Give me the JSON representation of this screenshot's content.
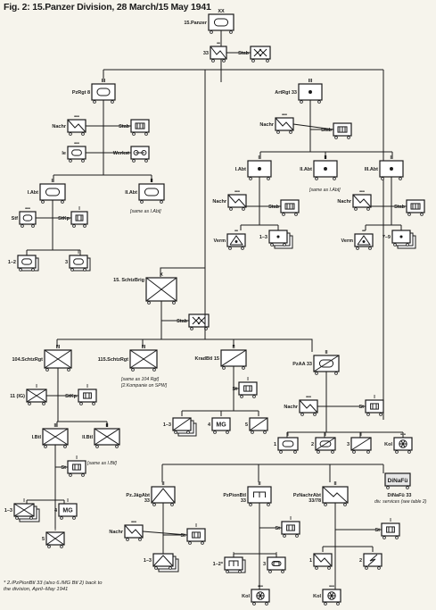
{
  "title": "Fig. 2: 15.Panzer Division, 28 March/15 May 1941",
  "footnote": "* 2./PzPionBtl 33 (also 6./MG Btl 2) back to the division, April–May 1941",
  "colors": {
    "ink": "#1a1a1a",
    "page": "#f6f4ec",
    "box": "#ffffff",
    "gray_box": "#e7e7e7"
  },
  "units": {
    "div": {
      "label": "15.Panzer",
      "size": "XX"
    },
    "div_33": {
      "label": "33",
      "size": "••"
    },
    "div_stab": {
      "label": "Stab"
    },
    "pzrgt8": {
      "label": "PzRgt 8",
      "size": "III"
    },
    "pzrgt_nachr": {
      "label": "Nachr",
      "size": "•••"
    },
    "pzrgt_stab": {
      "label": "Stab"
    },
    "pzrgt_le": {
      "label": "le",
      "size": "•••"
    },
    "pzrgt_werkst": {
      "label": "Werkst"
    },
    "i_abt": {
      "label": "I.Abt",
      "size": "II"
    },
    "ii_abt": {
      "label": "II.Abt",
      "size": "II"
    },
    "ii_abt_note": {
      "label": "[same as I.Abt]"
    },
    "stf": {
      "label": "Stf",
      "size": "•••"
    },
    "stkp1": {
      "label": "StKp",
      "size": "I"
    },
    "pz_12": {
      "label": "1–2",
      "size": "I"
    },
    "pz_3": {
      "label": "3",
      "size": "I"
    },
    "artrgt": {
      "label": "ArtRgt 33",
      "size": "III"
    },
    "art_nachr": {
      "label": "Nachr",
      "size": "•••"
    },
    "art_stab": {
      "label": "Stab"
    },
    "art_iabt": {
      "label": "I.Abt",
      "size": "II"
    },
    "art_iiabt": {
      "label": "II.Abt",
      "size": "II"
    },
    "art_iiabt_note": {
      "label": "[same as I.Abt]"
    },
    "art_iiiabt": {
      "label": "III.Abt",
      "size": "II"
    },
    "art_i_nachr": {
      "label": "Nachr",
      "size": "•••"
    },
    "art_i_stab": {
      "label": "Stab"
    },
    "art_iii_nachr": {
      "label": "Nachr",
      "size": "•••"
    },
    "art_iii_stab": {
      "label": "Stab"
    },
    "verm1": {
      "label": "Verm",
      "size": "••"
    },
    "bat_13": {
      "label": "1–3",
      "size": "I"
    },
    "verm2": {
      "label": "Verm",
      "size": "••"
    },
    "bat_79": {
      "label": "7–9",
      "size": "I"
    },
    "schtzbrig": {
      "label": "15. SchtzBrig",
      "size": "X"
    },
    "brig_stab": {
      "label": "Stab"
    },
    "sr104": {
      "label": "104.SchtzRgt",
      "size": "III"
    },
    "sr115": {
      "label": "115.SchtzRgt",
      "size": "III"
    },
    "sr115_note1": {
      "label": "[same as 104 Rgt]"
    },
    "sr115_note2": {
      "label": "[2.Kompanie on SPW]"
    },
    "kradbtl": {
      "label": "KradBtl 15",
      "size": "II"
    },
    "krad_st": {
      "label": "St",
      "size": "I"
    },
    "krad_13": {
      "label": "1–3",
      "size": "I"
    },
    "krad_4": {
      "label": "4",
      "mg": "MG",
      "size": "I"
    },
    "krad_5": {
      "label": "5",
      "size": "I"
    },
    "pzaa": {
      "label": "PzAA 33",
      "size": "II"
    },
    "pzaa_nachr": {
      "label": "Nachr",
      "size": "•••"
    },
    "pzaa_st": {
      "label": "St",
      "size": "I"
    },
    "pzaa_1": {
      "label": "1",
      "size": "I"
    },
    "pzaa_2": {
      "label": "2",
      "size": "I"
    },
    "pzaa_3": {
      "label": "3",
      "size": "I"
    },
    "pzaa_kol": {
      "label": "Kol",
      "size": "•••"
    },
    "ig11": {
      "label": "11 (IG)",
      "size": "I"
    },
    "stkp2": {
      "label": "StKp",
      "size": "I"
    },
    "ibtl": {
      "label": "I.Btl",
      "size": "II"
    },
    "iibtl": {
      "label": "II.Btl",
      "size": "II"
    },
    "iibtl_note": {
      "label": "[same as I.Btl]"
    },
    "btl_st": {
      "label": "St",
      "size": "I"
    },
    "kp_13": {
      "label": "1–3",
      "size": "I"
    },
    "kp_4": {
      "label": "4",
      "mg": "MG",
      "size": "I"
    },
    "kp_5": {
      "label": "5",
      "size": "I"
    },
    "dinafu": {
      "label": "DiNaFü",
      "sub": "DiNaFü 33",
      "sub2": "div. services (see table 2)"
    },
    "pzjag": {
      "label": "Pz.JägAbt",
      "label2": "33",
      "size": "II"
    },
    "pzjag_nachr": {
      "label": "Nachr",
      "size": "•••"
    },
    "pzjag_st": {
      "label": "St",
      "size": "I"
    },
    "pzjag_13": {
      "label": "1–3",
      "size": "I"
    },
    "pzpion": {
      "label": "PzPionBtl",
      "label2": "33",
      "size": "II"
    },
    "pzpion_st": {
      "label": "St",
      "size": "I"
    },
    "pzpion_12": {
      "label": "1–2*",
      "size": "I"
    },
    "pzpion_3": {
      "label": "3",
      "size": "I"
    },
    "pzpion_kol": {
      "label": "Kol",
      "size": "•••"
    },
    "pznach": {
      "label": "PzNachrAbt",
      "label2": "33/78",
      "size": "II"
    },
    "pznach_st": {
      "label": "St",
      "size": "I"
    },
    "pznach_1": {
      "label": "1",
      "size": "I"
    },
    "pznach_2": {
      "label": "2",
      "size": "I"
    },
    "pznach_kol": {
      "label": "Kol",
      "size": "•••"
    }
  }
}
